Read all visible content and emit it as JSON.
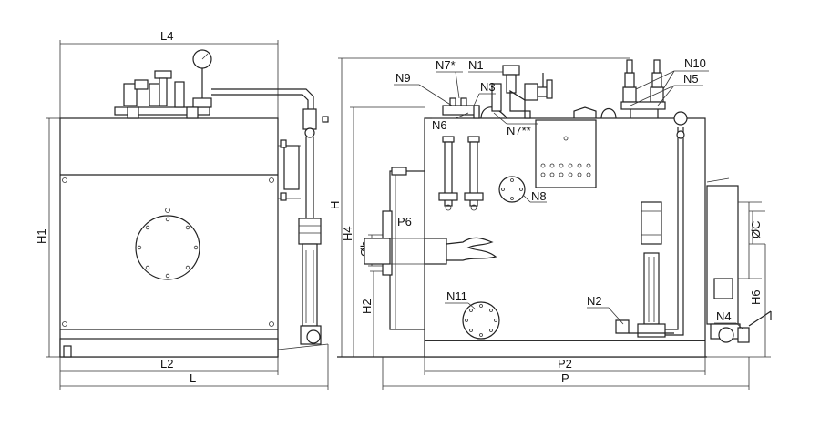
{
  "dimensions": {
    "L4": "L4",
    "H1": "H1",
    "L2": "L2",
    "L": "L",
    "H": "H",
    "H4": "H4",
    "H2": "H2",
    "Ob": "Øb",
    "P6": "P6",
    "P2": "P2",
    "P": "P",
    "OC": "ØC",
    "H6": "H6"
  },
  "nozzles": {
    "N1": "N1",
    "N2": "N2",
    "N3": "N3",
    "N4": "N4",
    "N5": "N5",
    "N6": "N6",
    "N7a": "N7*",
    "N7b": "N7**",
    "N8": "N8",
    "N9": "N9",
    "N10": "N10",
    "N11": "N11"
  }
}
